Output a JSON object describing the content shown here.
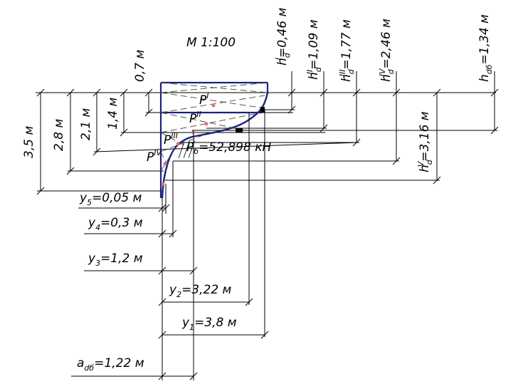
{
  "scale_label": "M 1:100",
  "vertical_dims": [
    {
      "id": "d35",
      "text": "3,5 м"
    },
    {
      "id": "d28",
      "text": "2,8 м"
    },
    {
      "id": "d21",
      "text": "2,1 м"
    },
    {
      "id": "d14",
      "text": "1,4 м"
    },
    {
      "id": "d07",
      "text": "0,7 м"
    }
  ],
  "h_dims": [
    {
      "id": "h1",
      "sym": "h",
      "sup": "I",
      "sub": "d",
      "value": "=0,46 м"
    },
    {
      "id": "h2",
      "sym": "h",
      "sup": "II",
      "sub": "d",
      "value": "=1,09 м"
    },
    {
      "id": "h3",
      "sym": "h",
      "sup": "III",
      "sub": "d",
      "value": "=1,77 м"
    },
    {
      "id": "h4",
      "sym": "h",
      "sup": "IV",
      "sub": "d",
      "value": "=2,46 м"
    },
    {
      "id": "h6",
      "sym": "h",
      "sup": "",
      "sub": "dб",
      "value": "=1,34 м"
    },
    {
      "id": "h5",
      "sym": "h",
      "sup": "V",
      "sub": "d",
      "value": "=3,16 м"
    }
  ],
  "y_dims": [
    {
      "id": "y5",
      "sym": "y",
      "sub": "5",
      "value": "=0,05 м"
    },
    {
      "id": "y4",
      "sym": "y",
      "sub": "4",
      "value": "=0,3 м"
    },
    {
      "id": "y3",
      "sym": "y",
      "sub": "3",
      "value": "=1,2 м"
    },
    {
      "id": "y2",
      "sym": "y",
      "sub": "2",
      "value": "=3,22 м"
    },
    {
      "id": "y1",
      "sym": "y",
      "sub": "1",
      "value": "=3,8 м"
    },
    {
      "id": "a6",
      "sym": "a",
      "sub": "dб",
      "value": "=1,22 м"
    }
  ],
  "force": {
    "sym": "P",
    "sub": "б",
    "value": "=52,898 кН"
  },
  "points": [
    {
      "id": "p1",
      "sym": "P",
      "sup": "I"
    },
    {
      "id": "p2",
      "sym": "P",
      "sup": "II"
    },
    {
      "id": "p3",
      "sym": "P",
      "sup": "III"
    },
    {
      "id": "p4",
      "sym": "P",
      "sup": "IV"
    }
  ]
}
